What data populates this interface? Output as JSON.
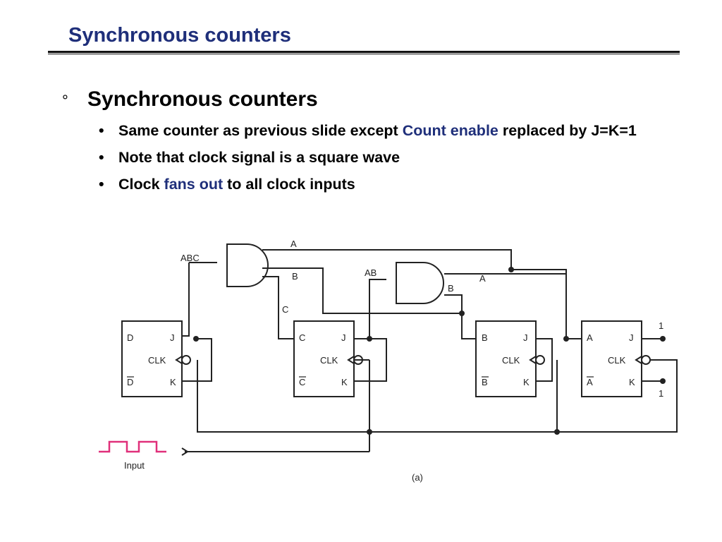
{
  "slide": {
    "title": "Synchronous counters"
  },
  "content": {
    "bullet_mark": "°",
    "heading": "Synchronous counters",
    "sub_bullets": [
      {
        "dot": "•",
        "before": "Same counter as previous slide except ",
        "highlight": "Count enable",
        "after": " replaced by J=K=1"
      },
      {
        "dot": "•",
        "before": "Note that clock signal is a square wave",
        "highlight": "",
        "after": ""
      },
      {
        "dot": "•",
        "before": "Clock ",
        "highlight": "fans out",
        "after": " to all clock inputs"
      }
    ]
  },
  "colors": {
    "title": "#1f2f7a",
    "highlight": "#1f2f7a",
    "input_wave": "#e0307a",
    "constant_one": "#e0307a"
  },
  "diagram": {
    "gate_labels": {
      "abc": "ABC",
      "ab": "AB"
    },
    "wire_labels": {
      "a_top": "A",
      "b_mid": "B",
      "c_mid": "C",
      "b_gate": "B",
      "a_gate": "A"
    },
    "flipflops": [
      {
        "d": "D",
        "j": "J",
        "clk": "CLK",
        "dbar": "D",
        "k": "K"
      },
      {
        "d": "C",
        "j": "J",
        "clk": "CLK",
        "dbar": "C",
        "k": "K"
      },
      {
        "d": "B",
        "j": "J",
        "clk": "CLK",
        "dbar": "B",
        "k": "K"
      },
      {
        "d": "A",
        "j": "J",
        "clk": "CLK",
        "dbar": "A",
        "k": "K"
      }
    ],
    "const_j": "1",
    "const_k": "1",
    "input_label": "Input",
    "caption": "(a)"
  }
}
